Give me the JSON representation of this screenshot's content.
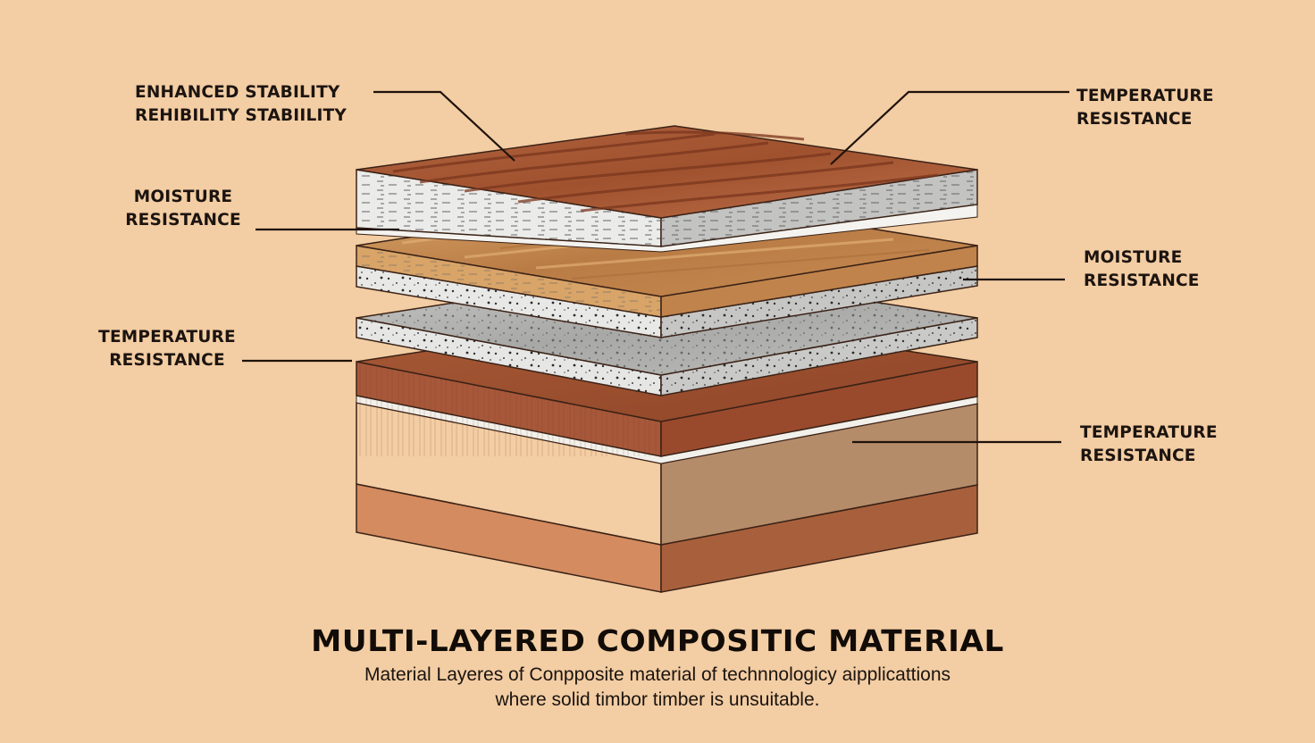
{
  "diagram": {
    "title": "MULTI-LAYERED COMPOSITIC MATERIAL",
    "subtitle": {
      "line1": "Material Layeres of Conpposite material of technnologicy aipplicattions",
      "line2": "where solid timbor timber is unsuitable."
    },
    "labels": {
      "top_left": {
        "line1": "ENHANCED STABILITY",
        "line2": "REHIBILITY STABIILITY"
      },
      "top_right": {
        "line1": "TEMPERATURE",
        "line2": "RESISTANCE"
      },
      "mid_left": {
        "line1": "MOISTURE",
        "line2": "RESISTANCE"
      },
      "mid_right": {
        "line1": "MOISTURE",
        "line2": "RESISTANCE"
      },
      "low_left": {
        "line1": "TEMPERATURE",
        "line2": "RESISTANCE"
      },
      "low_right": {
        "line1": "TEMPERATURE",
        "line2": "RESISTANCE"
      }
    },
    "layers": [
      {
        "name": "dark-wood-veneer-with-insulation",
        "top_color": "#a8583a",
        "side_color": "#e6e6e4"
      },
      {
        "name": "light-wood-with-speckled-core",
        "top_color": "#c98f55",
        "side_color": "#e8e8e6"
      },
      {
        "name": "speckled-concrete-board",
        "top_color": "#b9b9b8",
        "side_color": "#e6e6e5"
      },
      {
        "name": "solid-wood-block-base",
        "top_color": "#9a4e30",
        "side_color": "#f3cda3"
      }
    ],
    "colors": {
      "background": "#f3cda3",
      "text": "#1c1410",
      "leader_line": "#1e120c",
      "outline": "#3a2216"
    }
  }
}
